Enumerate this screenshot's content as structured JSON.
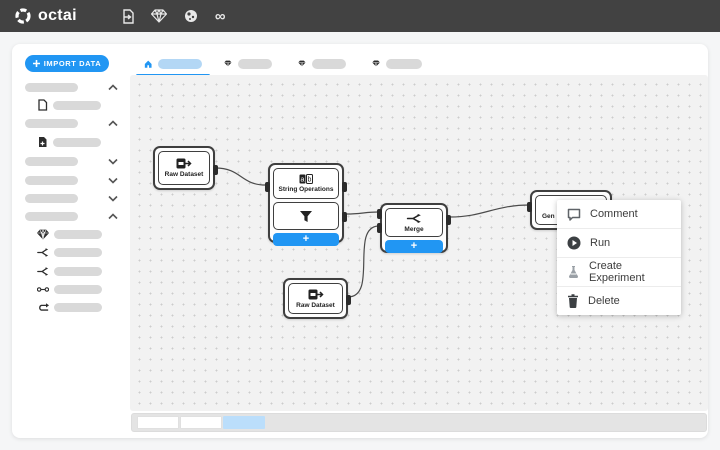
{
  "topbar": {
    "logo_text": "octai",
    "icons": [
      "file-export-icon",
      "gem-icon",
      "model-sphere-icon",
      "infinity-icon"
    ],
    "infinity_glyph": "∞"
  },
  "sidebar": {
    "import_button_label": "IMPORT DATA",
    "items": [
      {
        "type": "group",
        "chevron": "up"
      },
      {
        "type": "child",
        "icon": "document-icon"
      },
      {
        "type": "group",
        "chevron": "up"
      },
      {
        "type": "child",
        "icon": "document-add-icon"
      },
      {
        "type": "group",
        "chevron": "down"
      },
      {
        "type": "group",
        "chevron": "down"
      },
      {
        "type": "group",
        "chevron": "down"
      },
      {
        "type": "group",
        "chevron": "up"
      },
      {
        "type": "child",
        "icon": "gem-icon"
      },
      {
        "type": "child",
        "icon": "merge-icon"
      },
      {
        "type": "child",
        "icon": "merge-icon"
      },
      {
        "type": "child",
        "icon": "link-icon"
      },
      {
        "type": "child",
        "icon": "loop-icon"
      }
    ]
  },
  "tabs": [
    {
      "icon": "home-icon",
      "active": true
    },
    {
      "icon": "gem-icon",
      "active": false
    },
    {
      "icon": "gem-icon",
      "active": false
    },
    {
      "icon": "gem-icon",
      "active": false
    }
  ],
  "canvas": {
    "add_label": "+",
    "nodes": {
      "raw_dataset_1": {
        "label": "Raw Dataset",
        "icon": "dataset-icon"
      },
      "string_operations": {
        "label": "String Operations",
        "icon": "ab-icon"
      },
      "filter_step": {
        "label": "",
        "icon": "funnel-icon"
      },
      "merge": {
        "label": "Merge",
        "icon": "merge-icon"
      },
      "raw_dataset_2": {
        "label": "Raw Dataset",
        "icon": "dataset-icon"
      },
      "generic": {
        "label": "Gen",
        "icon": "chart-icon"
      }
    }
  },
  "context_menu": {
    "items": [
      {
        "icon": "comment-icon",
        "label": "Comment"
      },
      {
        "icon": "run-icon",
        "label": "Run"
      },
      {
        "icon": "experiment-icon",
        "label": "Create Experiment"
      },
      {
        "icon": "delete-icon",
        "label": "Delete"
      }
    ]
  },
  "colors": {
    "accent": "#2196f3",
    "topbar_bg": "#424242",
    "skeleton_gray": "#d9d9d9",
    "skeleton_blue": "#b3d7f5",
    "canvas_bg": "#f2f2f2"
  }
}
